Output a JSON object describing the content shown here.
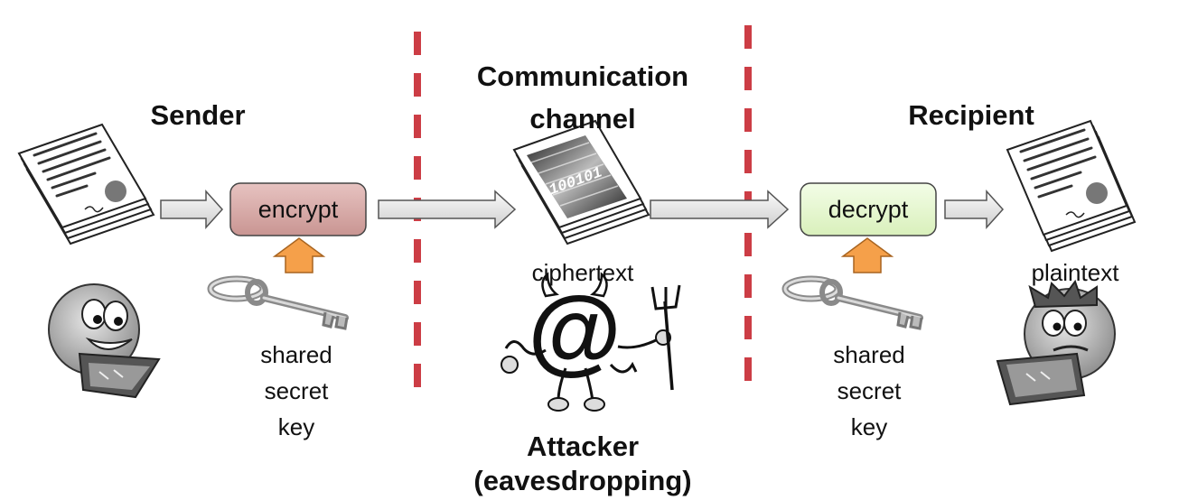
{
  "headings": {
    "sender": "Sender",
    "channel_line1": "Communication",
    "channel_line2": "channel",
    "recipient": "Recipient",
    "attacker_line1": "Attacker",
    "attacker_line2": "(eavesdropping)"
  },
  "boxes": {
    "encrypt": "encrypt",
    "decrypt": "decrypt"
  },
  "labels": {
    "ciphertext": "ciphertext",
    "plaintext": "plaintext",
    "sender_key_line1": "shared",
    "sender_key_line2": "secret",
    "sender_key_line3": "key",
    "recipient_key_line1": "shared",
    "recipient_key_line2": "secret",
    "recipient_key_line3": "key"
  },
  "glyphs": {
    "at_sign": "@",
    "cipher_scribble": "100101"
  },
  "colors": {
    "encrypt_fill": "#d6a8a6",
    "decrypt_fill": "#e6f7cf",
    "key_arrow": "#f5a04a",
    "boundary": "#cc3d45",
    "flow_arrow": "#e2e2e2"
  },
  "icons": [
    "document-icon",
    "ciphertext-document-icon",
    "key-icon",
    "person-icon",
    "devil-icon",
    "arrow-icon"
  ]
}
